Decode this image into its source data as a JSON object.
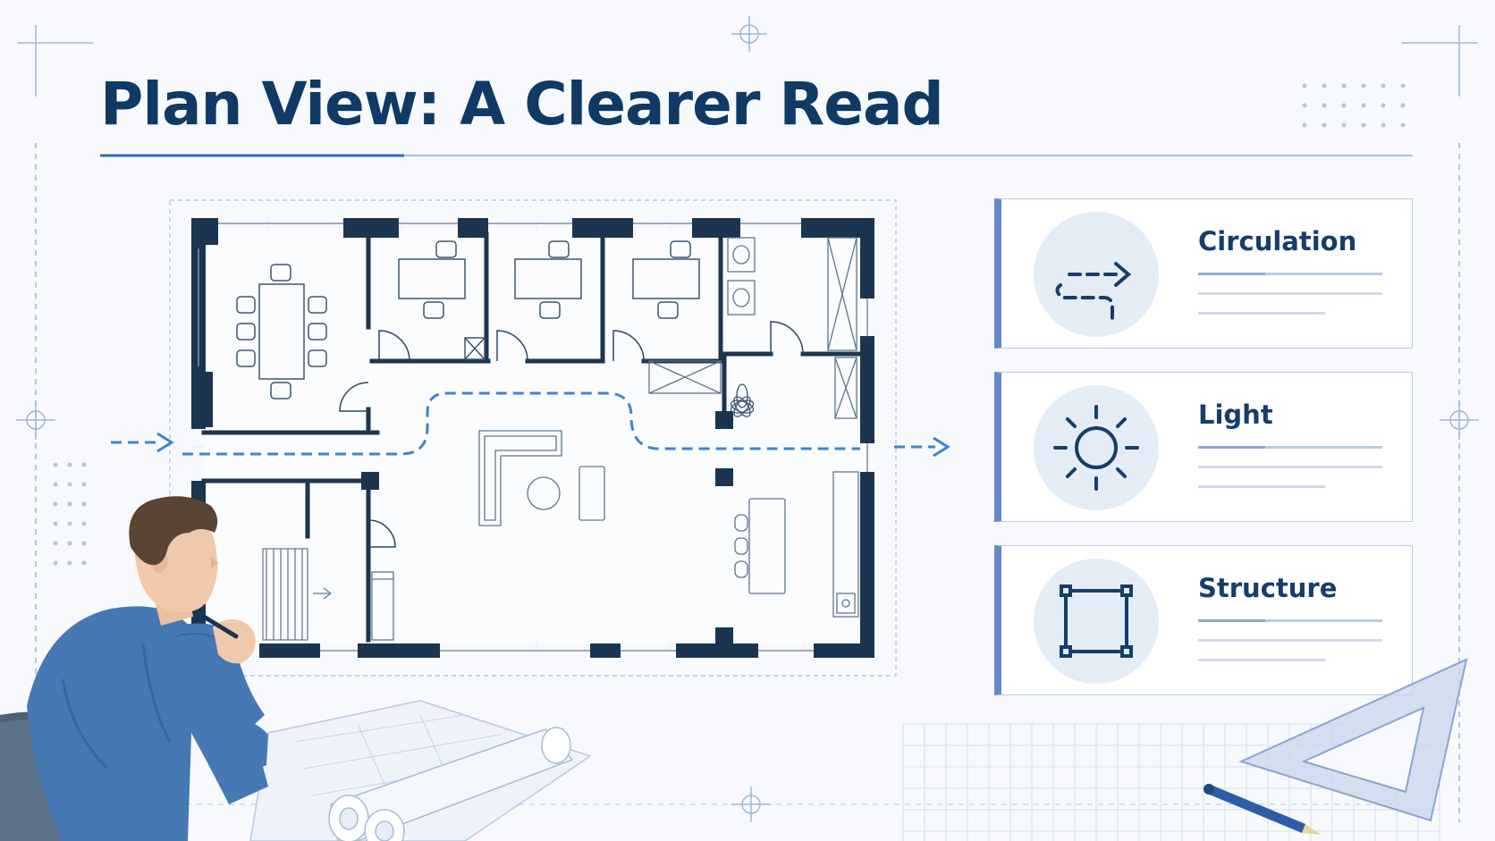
{
  "title": "Plan View: A Clearer Read",
  "colors": {
    "navy": "#0f3a66",
    "wall": "#1b3550",
    "accent_blue": "#3d84d0",
    "card_bar": "#6489c8",
    "badge_bg": "#e4ecf6"
  },
  "cards": [
    {
      "label": "Circulation",
      "icon": "circulation-path-icon"
    },
    {
      "label": "Light",
      "icon": "sun-icon"
    },
    {
      "label": "Structure",
      "icon": "structure-frame-icon"
    }
  ],
  "illustration": {
    "figure": "architect-thinking-with-pen",
    "props": [
      "rolled-blueprints",
      "set-square-ruler",
      "pencil",
      "chair"
    ]
  }
}
